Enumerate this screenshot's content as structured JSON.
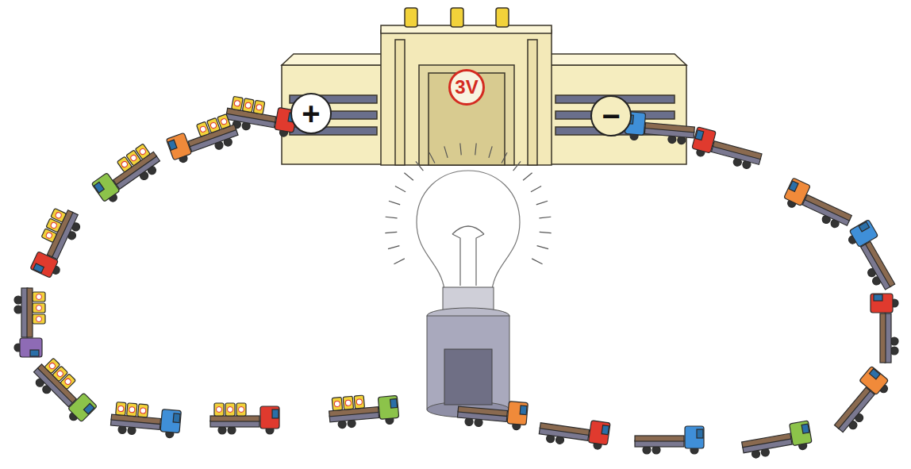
{
  "diagram": {
    "labels": [
      "+",
      "3V",
      "−"
    ]
  }
}
